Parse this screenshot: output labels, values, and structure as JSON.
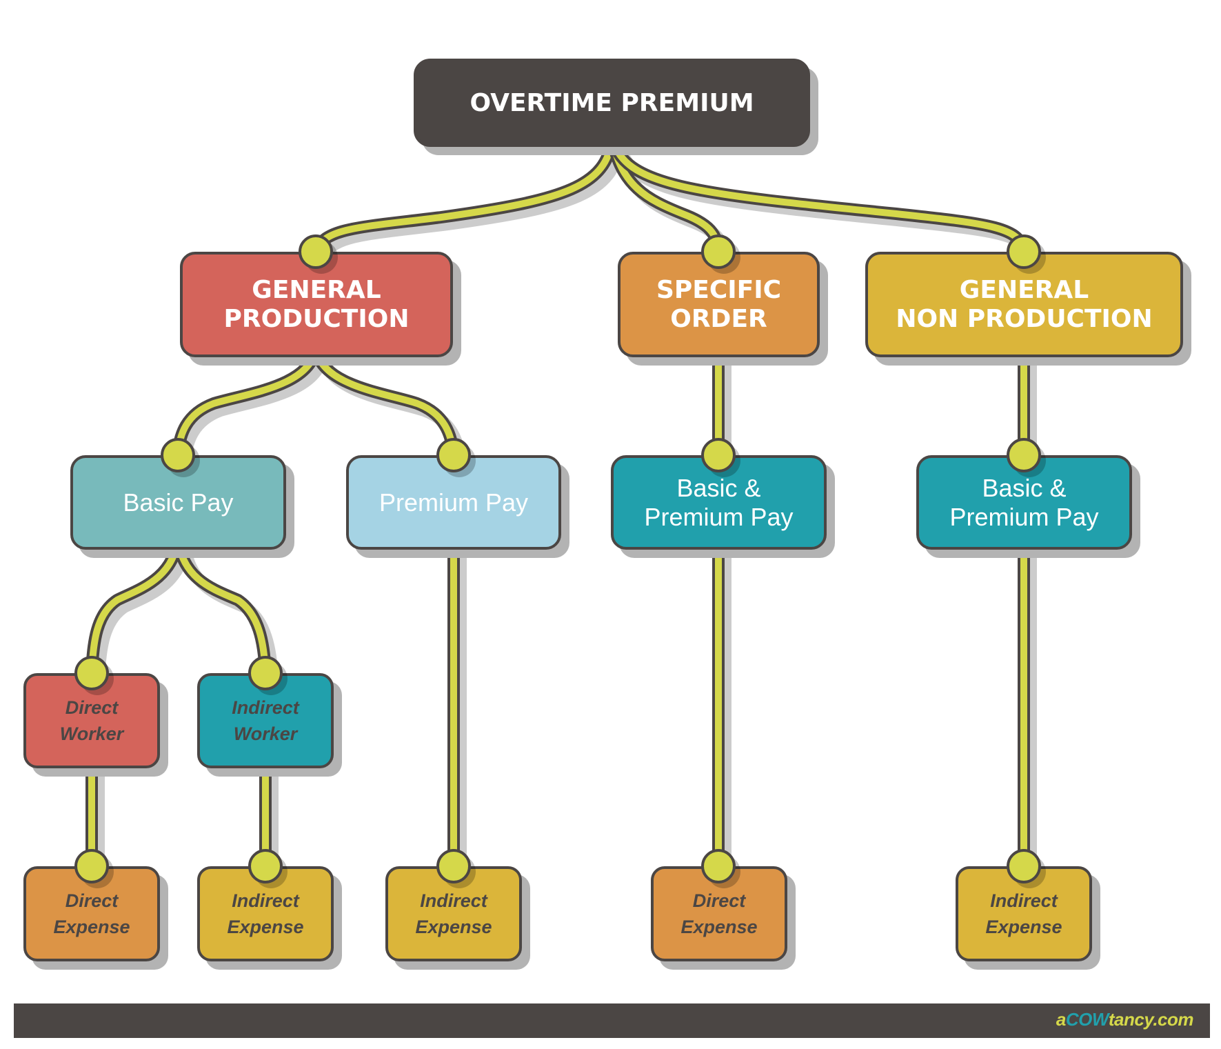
{
  "diagram": {
    "title": "OVERTIME PREMIUM",
    "colors": {
      "dark": "#4b4644",
      "connector": "#d5d84a",
      "red": "#d4645b",
      "orange": "#dc9446",
      "gold": "#dbb53a",
      "teal": "#21a0ac",
      "teal_soft": "#78babb",
      "sky": "#a5d3e4"
    },
    "categories": [
      {
        "line1": "GENERAL",
        "line2": "PRODUCTION",
        "color": "red"
      },
      {
        "line1": "SPECIFIC",
        "line2": "ORDER",
        "color": "orange"
      },
      {
        "line1": "GENERAL",
        "line2": "NON PRODUCTION",
        "color": "gold"
      }
    ],
    "pay_types": [
      {
        "line1": "Basic Pay",
        "line2": "",
        "parent": "GENERAL PRODUCTION"
      },
      {
        "line1": "Premium Pay",
        "line2": "",
        "parent": "GENERAL PRODUCTION"
      },
      {
        "line1": "Basic &",
        "line2": "Premium Pay",
        "parent": "SPECIFIC ORDER"
      },
      {
        "line1": "Basic &",
        "line2": "Premium Pay",
        "parent": "GENERAL NON PRODUCTION"
      }
    ],
    "workers": [
      {
        "line1": "Direct",
        "line2": "Worker",
        "parent": "Basic Pay"
      },
      {
        "line1": "Indirect",
        "line2": "Worker",
        "parent": "Basic Pay"
      }
    ],
    "expenses": [
      {
        "line1": "Direct",
        "line2": "Expense",
        "parent": "Direct Worker"
      },
      {
        "line1": "Indirect",
        "line2": "Expense",
        "parent": "Indirect Worker"
      },
      {
        "line1": "Indirect",
        "line2": "Expense",
        "parent": "Premium Pay"
      },
      {
        "line1": "Direct",
        "line2": "Expense",
        "parent": "Basic & Premium Pay (Specific Order)"
      },
      {
        "line1": "Indirect",
        "line2": "Expense",
        "parent": "Basic & Premium Pay (General Non Production)"
      }
    ]
  },
  "footer": {
    "brand_a": "a",
    "brand_cow": "COW",
    "brand_rest": "tancy.com"
  }
}
